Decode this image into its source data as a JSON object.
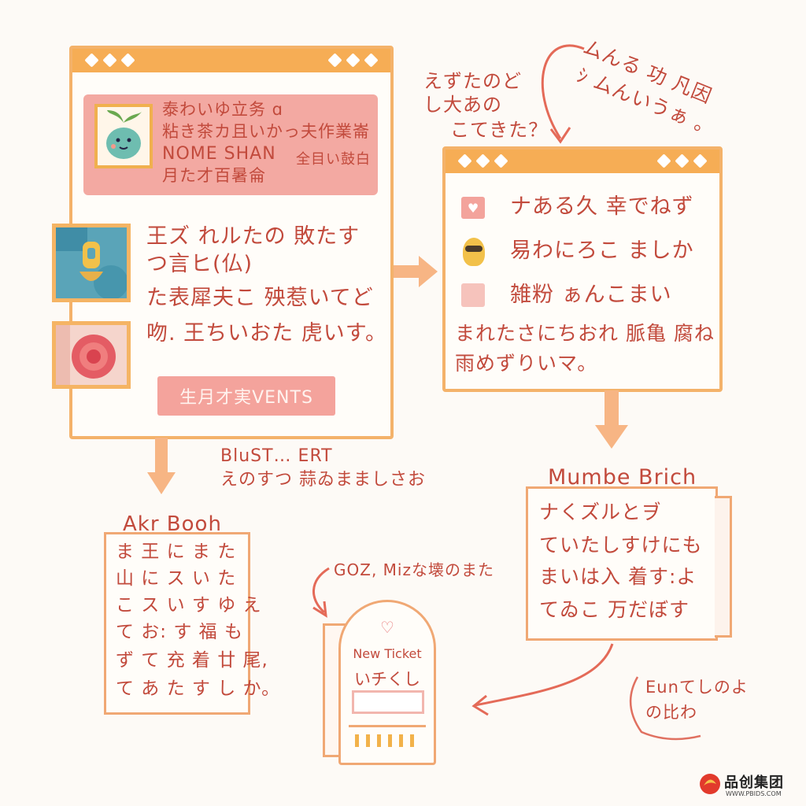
{
  "window1": {
    "profile_lines": [
      "泰わいゆ立务 ɑ",
      "粘き茶カ且いかっ夫作業崙",
      "NOME SHAN",
      "月た才百暑侖"
    ],
    "profile_badge": "全目い鼓白",
    "list_lines": [
      "王ズ れルたの 敗たす",
      "つ言ヒ(仏)",
      "た表犀夫こ 殃惹いてど",
      "吻. 王ちいおた 虎いす。"
    ],
    "button_label": "生月才実VENTS"
  },
  "annotation_top": [
    "えずたのど",
    "し大あの",
    "こてきた？"
  ],
  "annotation_top_right": [
    "ムんる 功 凡因",
    "ｼ ムんいうぁ ｡"
  ],
  "window2": {
    "items": [
      "ナある久 幸でねず",
      "易わにろこ ましか",
      "雑粉 ぁんこまい"
    ],
    "body_lines": [
      "まれたさにちおれ 脈亀 腐ね",
      "雨めずりいマ。"
    ]
  },
  "mid_caption": [
    "BluST… ERT",
    "えのすつ 蒜ゐまましさお"
  ],
  "note_left": {
    "title": "Akr Booh",
    "lines": [
      "ま 王 に ま た",
      "山 に ス い た",
      "こ ス い す ゆ え",
      "て お: す 福 も",
      "ず て 充 着 廿 尾,",
      "て あ た す し か。"
    ]
  },
  "note_right": {
    "title": "Mumbe Brich",
    "lines": [
      "ナくズルとヺ",
      "ていたしすけにも",
      "まいは入 着す:よ",
      "てゐこ 万だぼす"
    ]
  },
  "ticket_caption": "GOZ, Mizな壊のまた",
  "ticket": {
    "title": "New Ticket",
    "subtitle": "いチくし"
  },
  "bottom_right_note": [
    "Eunてしのよ",
    "の比わ"
  ],
  "watermark": {
    "text": "品创集团",
    "url_text": "WWW.PBIDS.COM"
  },
  "colors": {
    "bar": "#f6ad55",
    "frame": "#f4b26a",
    "pink": "#f3a9a2",
    "ink": "#c24a3c",
    "arrow": "#f5a876"
  }
}
